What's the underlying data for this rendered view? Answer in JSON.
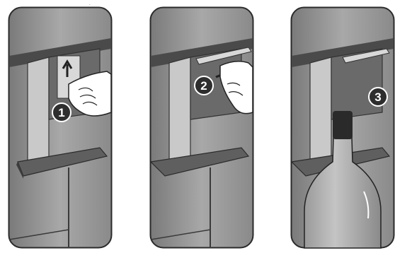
{
  "steps": [
    {
      "number": "1",
      "action": "push-up"
    },
    {
      "number": "2",
      "action": "rotate-lever"
    },
    {
      "number": "3",
      "action": "insert-bottle"
    }
  ],
  "colors": {
    "panel_bg": "#8e8e8e",
    "panel_border": "#2b2b2b",
    "dark_metal": "#5a5a5a",
    "light_metal": "#d4d4d4",
    "badge": "#2e2e2e",
    "hand": "#ffffff"
  },
  "stray_mark": "."
}
